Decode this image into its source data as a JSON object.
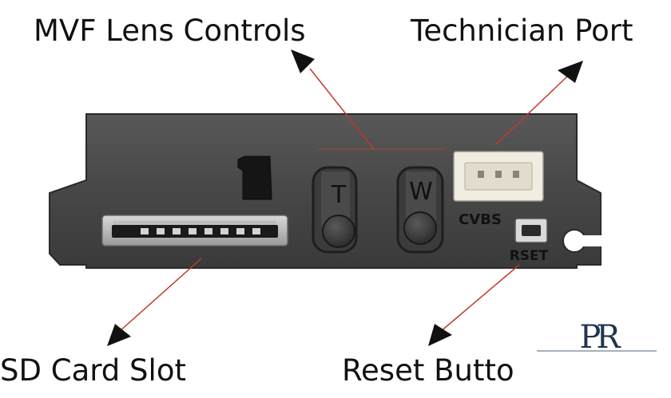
{
  "callouts": {
    "mvf_lens_controls": "MVF Lens Controls",
    "technician_port": "Technician Port",
    "sd_card_slot": "SD Card Slot",
    "reset_button": "Reset Butto"
  },
  "panel": {
    "zoom_tele_label": "T",
    "zoom_wide_label": "W",
    "port_label": "CVBS",
    "reset_label": "RSET"
  },
  "logo": {
    "monogram": "PR"
  },
  "colors": {
    "panel": "#4a4a4a",
    "panel_edge": "#2e2e2e",
    "arrow_line": "#c0392b",
    "arrow_head": "#111111",
    "connector": "#f1ece1",
    "logo": "#1f3550"
  }
}
